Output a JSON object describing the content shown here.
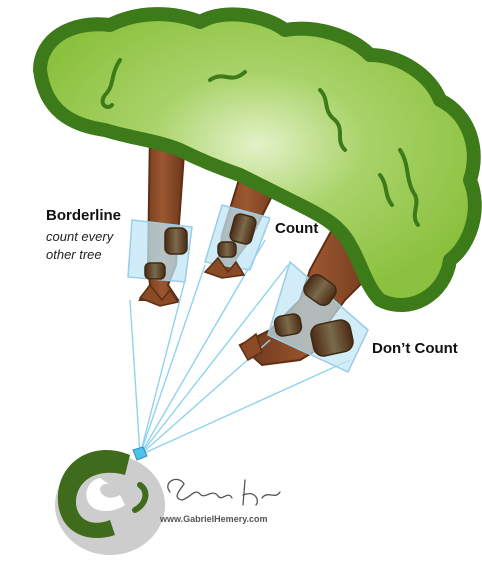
{
  "labels": {
    "borderline": "Borderline",
    "borderline_note_line1": "count every",
    "borderline_note_line2": "other tree",
    "count": "Count",
    "dont_count": "Don’t Count"
  },
  "watermark": {
    "website": "www.GabrielHemery.com"
  },
  "colors": {
    "canopy_fill": "#8fc447",
    "canopy_light": "#c8e29a",
    "canopy_edge": "#3d7a1a",
    "trunk": "#8a4a26",
    "trunk_dark": "#5e2f14",
    "view_cone": "#bfe6f5",
    "sight_line": "#8fd3ee",
    "logo_green": "#3e6b1c"
  }
}
